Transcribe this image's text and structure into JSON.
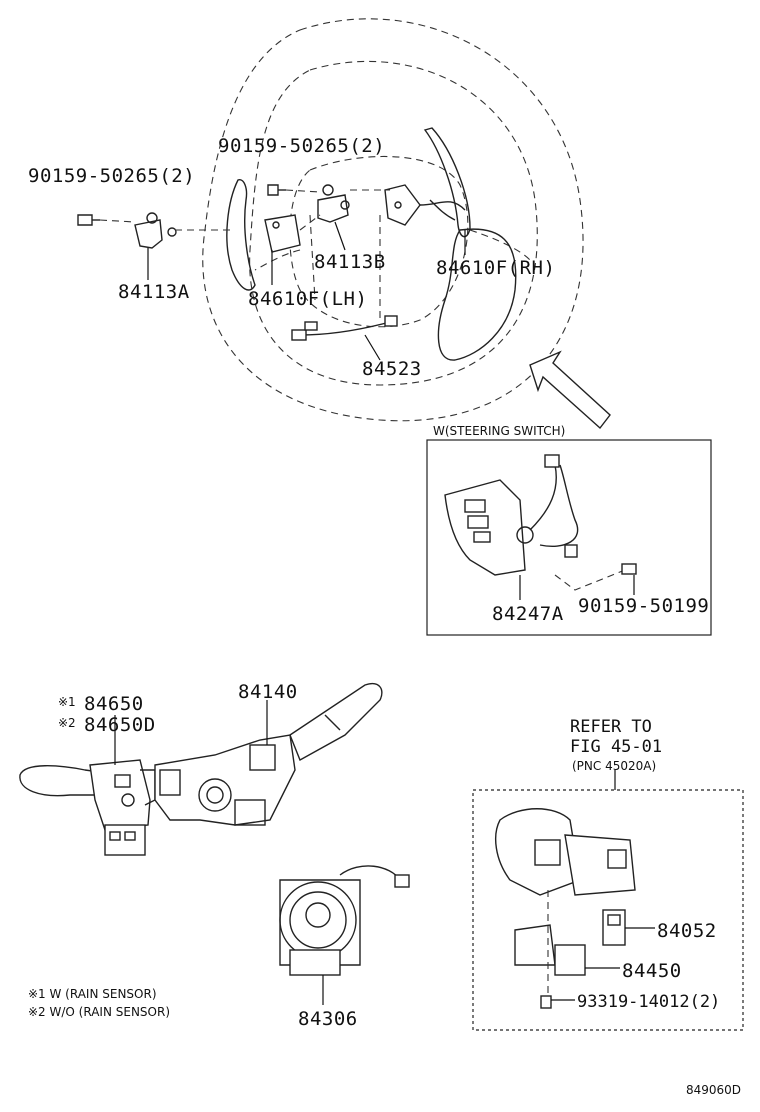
{
  "labels": {
    "bolt_left": "90159-50265(2)",
    "bolt_center": "90159-50265(2)",
    "bracket_a": "84113A",
    "bracket_b": "84113B",
    "paddle_lh": "84610F(LH)",
    "paddle_rh": "84610F(RH)",
    "wire": "84523",
    "inset_title": "W(STEERING SWITCH)",
    "switch": "84247A",
    "screw": "90159-50199",
    "wiper_note1": "※1",
    "wiper_1": "84650",
    "wiper_note2": "※2",
    "wiper_2": "84650D",
    "combo_switch": "84140",
    "spiral_cable": "84306",
    "refer_1": "REFER TO",
    "refer_2": "FIG 45-01",
    "refer_3": "(PNC 45020A)",
    "sensor": "84052",
    "ignition_switch": "84450",
    "screw2": "93319-14012(2)",
    "footnote_1": "※1 W (RAIN SENSOR)",
    "footnote_2": "※2 W/O (RAIN SENSOR)",
    "figure_code": "849060D"
  }
}
